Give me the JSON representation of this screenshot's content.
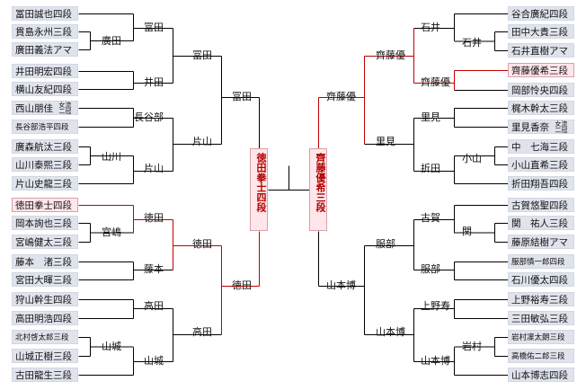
{
  "players_left": [
    "冨田誠也四段",
    "貫島永州三段",
    "廣田義法アマ",
    "井田明宏四段",
    "横山友紀四段",
    "西山朋佳",
    "長谷部浩平四段",
    "廣森航汰三段",
    "山川泰熙三段",
    "片山史龍三段",
    "徳田拳士四段",
    "岡本詢也三段",
    "宮嶋健太三段",
    "藤本　渚三段",
    "宮田大暉三段",
    "狩山幹生四段",
    "高田明浩四段",
    "北村啓太郎三段",
    "山城正樹三段",
    "古田龍生三段"
  ],
  "players_right": [
    "谷合廣紀四段",
    "田中大貴三段",
    "石井直樹アマ",
    "齊藤優希三段",
    "岡部怜央四段",
    "梶木幹太三段",
    "里見香奈",
    "中　七海三段",
    "小山直希三段",
    "折田翔吾四段",
    "古賀悠聖四段",
    "関　祐人三段",
    "藤原結樹アマ",
    "服部慎一郎四段",
    "石川優太四段",
    "上野裕寿三段",
    "三田敏弘三段",
    "岩村凜太朗三段",
    "高橋佑二郎三段",
    "山本博志四段"
  ],
  "badges": {
    "joryu_line1": "女流",
    "joryu_line2": "二冠"
  },
  "rounds_left": {
    "r1": [
      "廣田",
      "山川",
      "宮嶋",
      "山城"
    ],
    "r2": [
      "冨田",
      "井田",
      "長谷部",
      "片山",
      "徳田",
      "藤本",
      "高田",
      "山城"
    ],
    "r3": [
      "冨田",
      "片山",
      "徳田",
      "高田"
    ],
    "r4": [
      "冨田",
      "徳田"
    ]
  },
  "rounds_right": {
    "r1": [
      "石井",
      "小山",
      "関",
      "岩村"
    ],
    "r2": [
      "石井",
      "齊藤優",
      "里見",
      "折田",
      "古賀",
      "服部",
      "上野寿",
      "山本博"
    ],
    "r3": [
      "齊藤優",
      "里見",
      "服部",
      "山本博"
    ],
    "r4": [
      "齊藤優",
      "山本博"
    ]
  },
  "finalists": {
    "left": "徳田拳士四段",
    "right": "齊藤優希三段"
  },
  "colors": {
    "win_line": "#c00000",
    "line": "#000000",
    "player_bg": "#dfe3ec",
    "highlight_bg": "#ffe6ea"
  }
}
